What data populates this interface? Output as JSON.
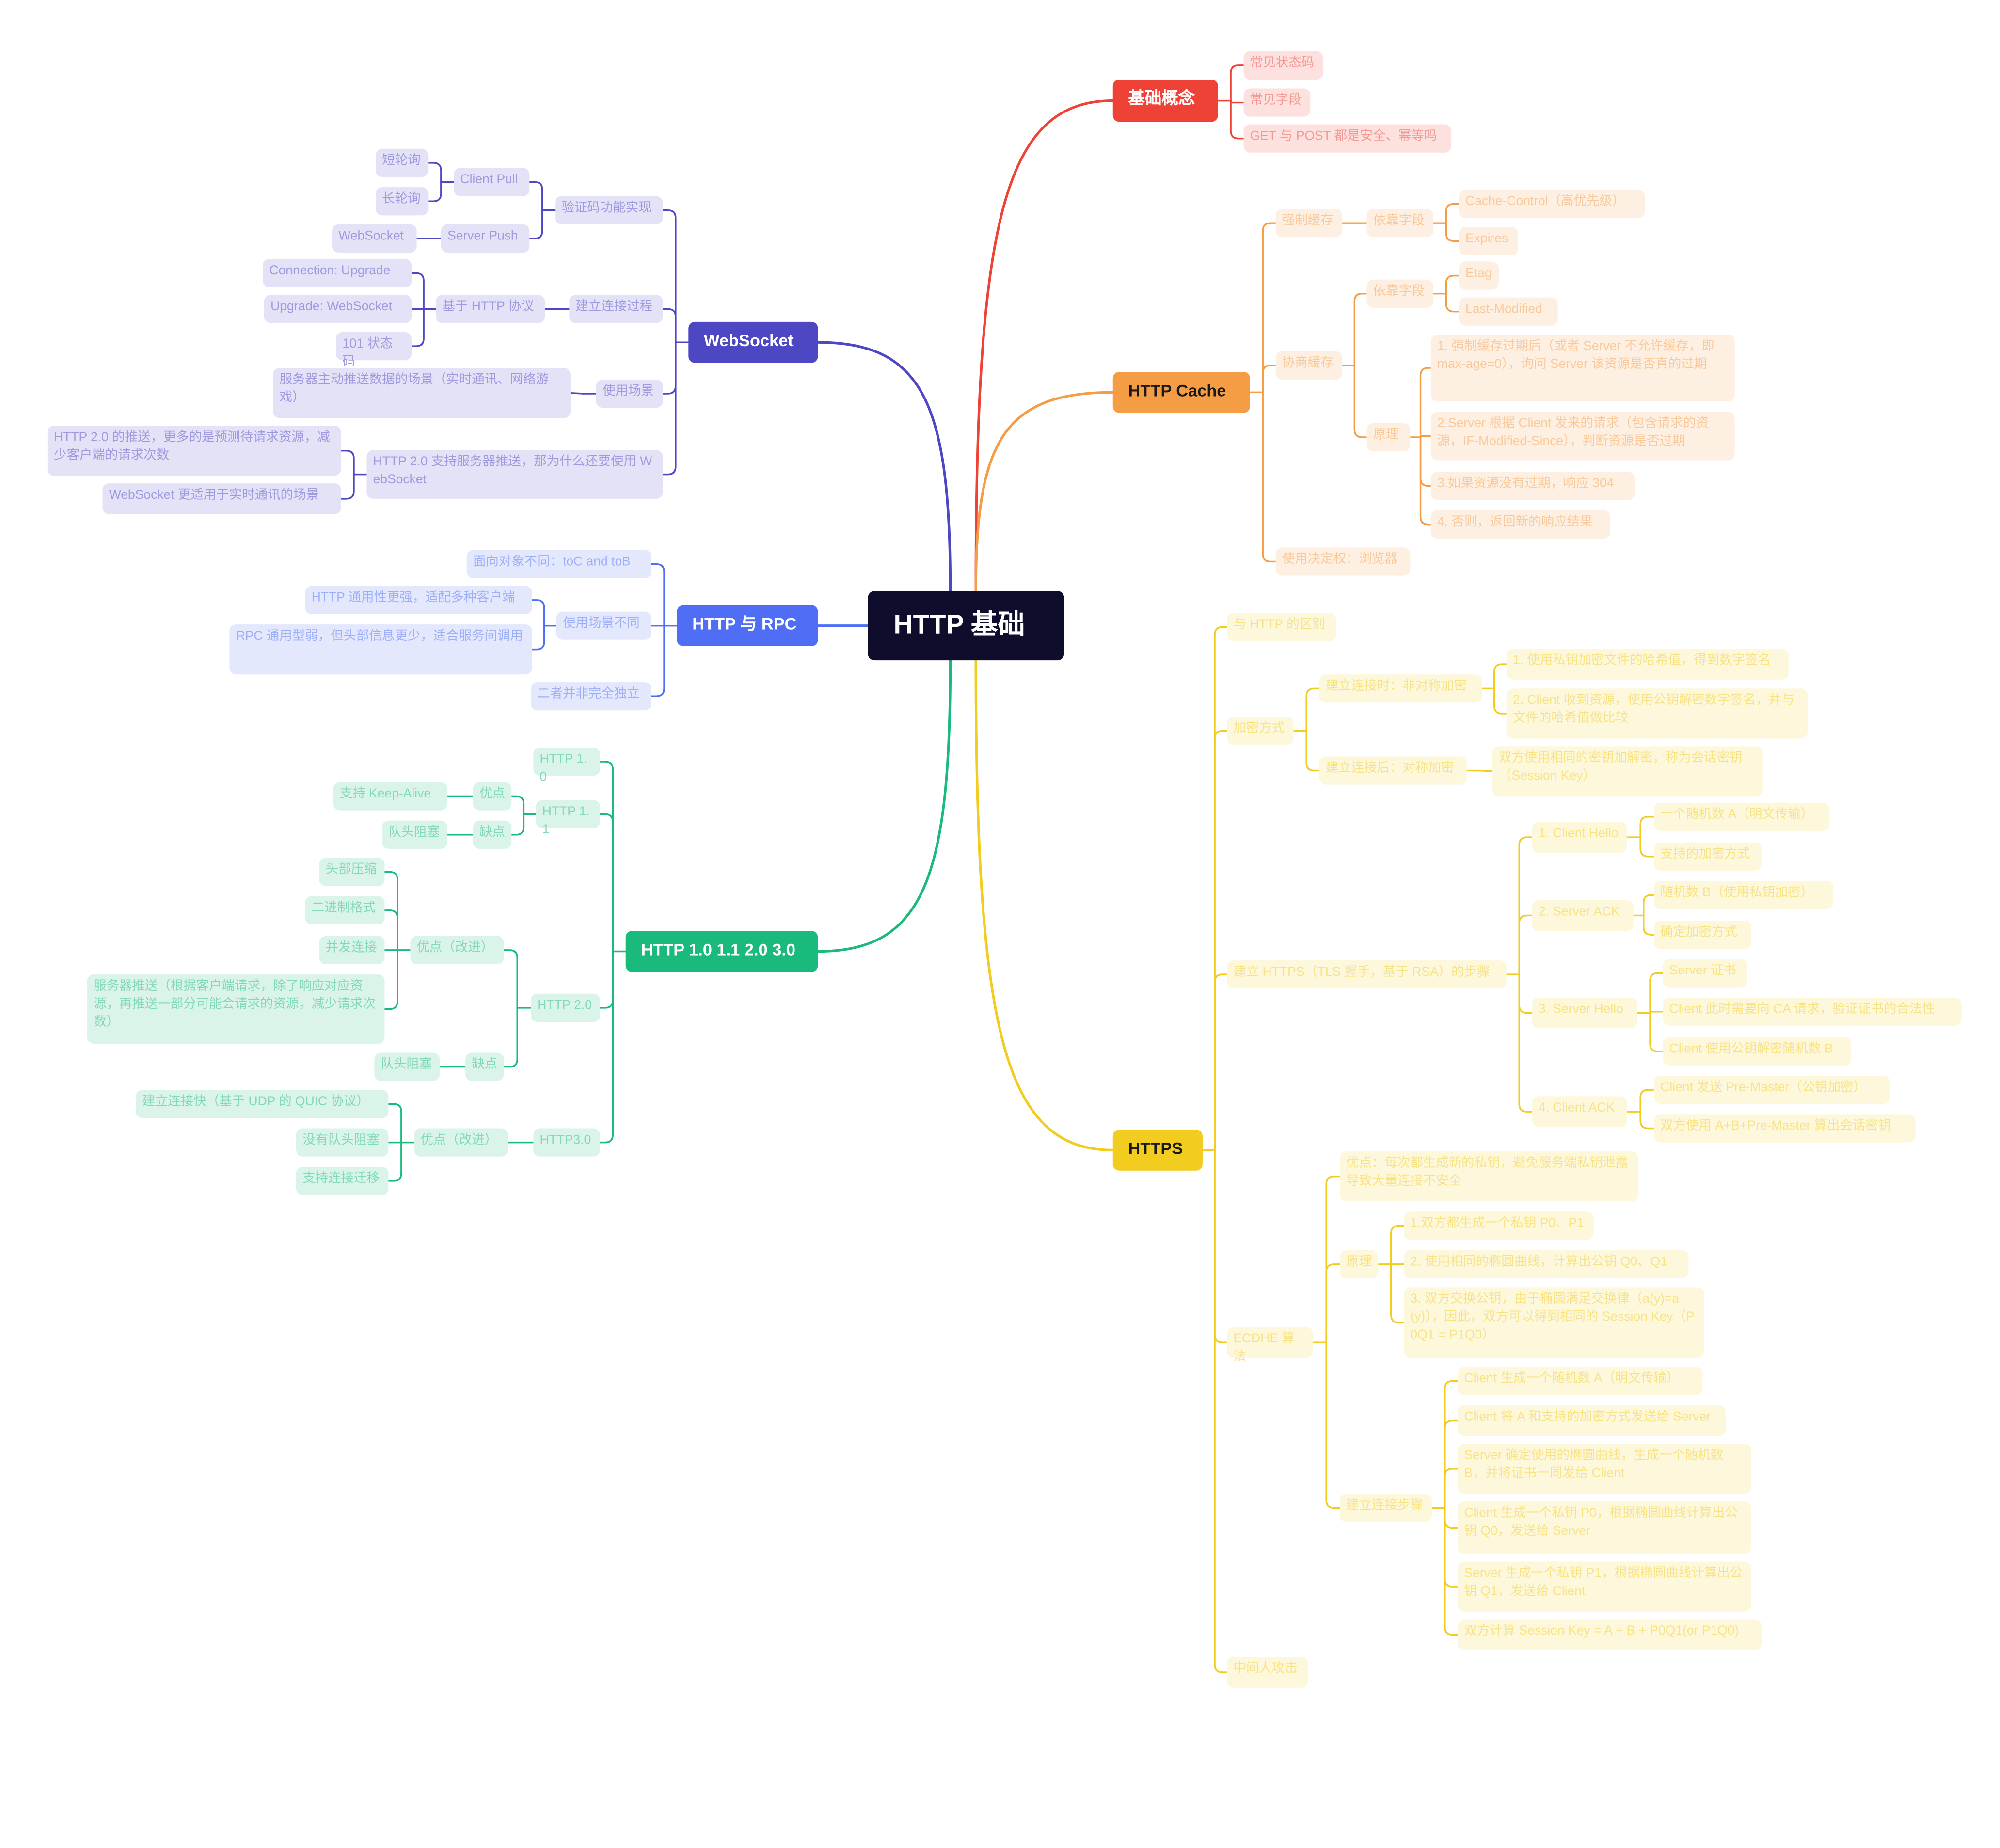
{
  "title": "HTTP 基础",
  "colors": {
    "center_bg": "#0e0e2c",
    "basics": "#ef4236",
    "cache": "#f59d45",
    "https": "#f2cc1f",
    "websocket": "#4d47c4",
    "rpc": "#4f6ef5",
    "versions": "#1aba7c"
  },
  "branches": {
    "basics": {
      "label": "基础概念",
      "children": [
        "常见状态码",
        "常见字段",
        "GET 与 POST 都是安全、幂等吗"
      ]
    },
    "cache": {
      "label": "HTTP Cache",
      "strong": {
        "label": "强制缓存",
        "field": {
          "label": "依靠字段",
          "items": [
            "Cache-Control（高优先级）",
            "Expires"
          ]
        }
      },
      "negotiate": {
        "label": "协商缓存",
        "field": {
          "label": "依靠字段",
          "items": [
            "Etag",
            "Last-Modified"
          ]
        },
        "principle": {
          "label": "原理",
          "items": [
            "1. 强制缓存过期后（或者 Server 不允许缓存，即 max-age=0），询问 Server 该资源是否真的过期",
            "2.Server 根据 Client 发来的请求（包含请求的资源，IF-Modified-Since），判断资源是否过期",
            "3.如果资源没有过期，响应 304",
            "4. 否则，返回新的响应结果"
          ]
        }
      },
      "decider": "使用决定权：浏览器"
    },
    "https": {
      "label": "HTTPS",
      "diff": "与 HTTP 的区别",
      "encrypt": {
        "label": "加密方式",
        "asym": {
          "label": "建立连接时：非对称加密",
          "items": [
            "1. 使用私钥加密文件的哈希值，得到数字签名",
            "2. Client 收到资源，使用公钥解密数字签名，并与文件的哈希值做比较"
          ]
        },
        "sym": {
          "label": "建立连接后：对称加密",
          "items": [
            "双方使用相同的密钥加解密，称为会话密钥（Session Key）"
          ]
        }
      },
      "tls": {
        "label": "建立 HTTPS（TLS 握手，基于 RSA）的步骤",
        "steps": [
          {
            "label": "1. Client Hello",
            "items": [
              "一个随机数 A（明文传输）",
              "支持的加密方式"
            ]
          },
          {
            "label": "2. Server ACK",
            "items": [
              "随机数 B（使用私钥加密）",
              "确定加密方式"
            ]
          },
          {
            "label": "3. Server Hello",
            "items": [
              "Server 证书",
              "Client 此时需要向 CA 请求，验证证书的合法性",
              "Client 使用公钥解密随机数 B"
            ]
          },
          {
            "label": "4. Client ACK",
            "items": [
              "Client 发送 Pre-Master（公钥加密）",
              "双方使用 A+B+Pre-Master 算出会话密钥"
            ]
          }
        ]
      },
      "ecdhe": {
        "label": "ECDHE 算法",
        "pro": "优点：每次都生成新的私钥，避免服务端私钥泄露导致大量连接不安全",
        "principle": {
          "label": "原理",
          "items": [
            "1.双方都生成一个私钥 P0、P1",
            "2. 使用相同的椭圆曲线，计算出公钥 Q0、Q1",
            "3. 双方交换公钥，由于椭圆满足交换律（a(y)=a(y)），因此，双方可以得到相同的 Session Key（P0Q1 = P1Q0）"
          ]
        },
        "steps": {
          "label": "建立连接步骤",
          "items": [
            "Client 生成一个随机数 A（明文传输）",
            "Client 将 A 和支持的加密方式发送给 Server",
            "Server 确定使用的椭圆曲线，生成一个随机数 B，并将证书一同发给 Client",
            "Client 生成一个私钥 P0，根据椭圆曲线计算出公钥 Q0，发送给 Server",
            "Server 生成一个私钥 P1，根据椭圆曲线计算出公钥 Q1，发送给 Client",
            "双方计算 Session Key = A + B + P0Q1(or P1Q0)"
          ]
        }
      },
      "mitm": "中间人攻击"
    },
    "websocket": {
      "label": "WebSocket",
      "captcha": {
        "label": "验证码功能实现",
        "pull": {
          "label": "Client Pull",
          "items": [
            "短轮询",
            "长轮询"
          ]
        },
        "push": {
          "label": "Server Push",
          "items": [
            "WebSocket"
          ]
        }
      },
      "connect": {
        "label": "建立连接过程",
        "http": {
          "label": "基于 HTTP 协议",
          "items": [
            "Connection: Upgrade",
            "Upgrade: WebSocket",
            "101 状态码"
          ]
        }
      },
      "usage": {
        "label": "使用场景",
        "items": [
          "服务器主动推送数据的场景（实时通讯、网络游戏）"
        ]
      },
      "why": {
        "label": "HTTP 2.0 支持服务器推送，那为什么还要使用 WebSocket",
        "items": [
          "HTTP 2.0 的推送，更多的是预测待请求资源，减少客户端的请求次数",
          "WebSocket 更适用于实时通讯的场景"
        ]
      }
    },
    "rpc": {
      "label": "HTTP 与 RPC",
      "audience": "面向对象不同：toC and toB",
      "scenario": {
        "label": "使用场景不同",
        "items": [
          "HTTP 通用性更强，适配多种客户端",
          "RPC 通用型弱，但头部信息更少，适合服务间调用"
        ]
      },
      "independent": "二者并非完全独立"
    },
    "versions": {
      "label": "HTTP 1.0 1.1 2.0 3.0",
      "v10": "HTTP 1.0",
      "v11": {
        "label": "HTTP 1.1",
        "pro": {
          "label": "优点",
          "items": [
            "支持 Keep-Alive"
          ]
        },
        "con": {
          "label": "缺点",
          "items": [
            "队头阻塞"
          ]
        }
      },
      "v20": {
        "label": "HTTP 2.0",
        "pro": {
          "label": "优点（改进）",
          "items": [
            "头部压缩",
            "二进制格式",
            "并发连接",
            "服务器推送（根据客户端请求，除了响应对应资源，再推送一部分可能会请求的资源，减少请求次数）"
          ]
        },
        "con": {
          "label": "缺点",
          "items": [
            "队头阻塞"
          ]
        }
      },
      "v30": {
        "label": "HTTP3.0",
        "pro": {
          "label": "优点（改进）",
          "items": [
            "建立连接快（基于 UDP 的 QUIC 协议）",
            "没有队头阻塞",
            "支持连接迁移"
          ]
        }
      }
    }
  }
}
